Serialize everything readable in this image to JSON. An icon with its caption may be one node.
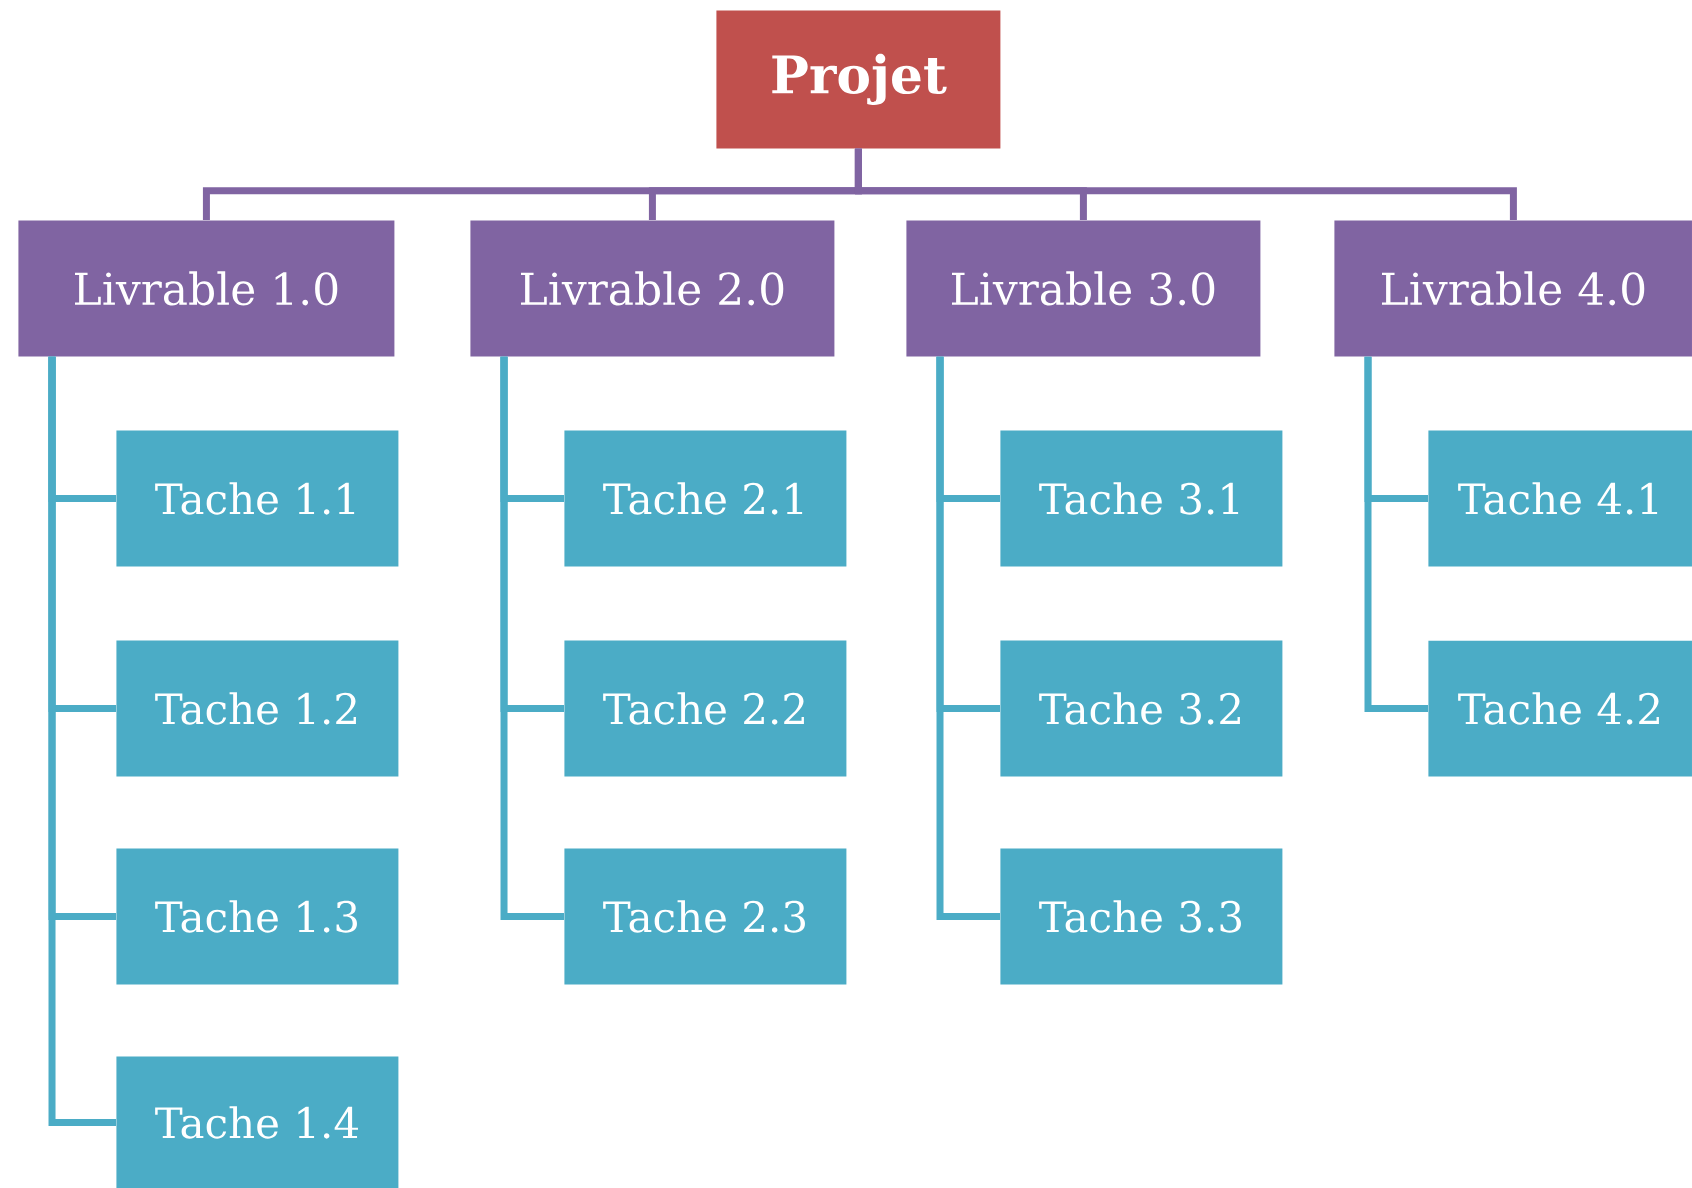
{
  "diagram": {
    "nodes": [
      {
        "text": [
          "Projet"
        ]
      },
      {
        "text": [
          "Livrable 1.0"
        ]
      },
      {
        "text": [
          "Tache 1.1"
        ]
      },
      {
        "text": [
          "Tache 1.2"
        ]
      },
      {
        "text": [
          "Tache 1.3"
        ]
      },
      {
        "text": [
          "Tache 1.4"
        ]
      },
      {
        "text": [
          "Livrable 2.0"
        ]
      },
      {
        "text": [
          "Tache 2.1"
        ]
      },
      {
        "text": [
          "Tache 2.2"
        ]
      },
      {
        "text": [
          "Tache 2.3"
        ]
      },
      {
        "text": [
          "Livrable 3.0"
        ]
      },
      {
        "text": [
          "Tache 3.1"
        ]
      },
      {
        "text": [
          "Tache 3.2"
        ]
      },
      {
        "text": [
          "Tache 3.3"
        ]
      },
      {
        "text": [
          "Livrable 4.0"
        ]
      },
      {
        "text": [
          "Tache 4.1"
        ]
      },
      {
        "text": [
          "Tache 4.2"
        ]
      }
    ],
    "edges": [
      {
        "from": 0,
        "to": 1,
        "arrow": "none",
        "color": "#8064a2"
      },
      {
        "from": 0,
        "to": 6,
        "arrow": "none",
        "color": "#8064a2"
      },
      {
        "from": 0,
        "to": 10,
        "arrow": "none",
        "color": "#8064a2"
      },
      {
        "from": 0,
        "to": 14,
        "arrow": "none",
        "color": "#8064a2"
      },
      {
        "from": 1,
        "to": 2,
        "arrow": "none"
      },
      {
        "from": 1,
        "to": 3,
        "arrow": "none"
      },
      {
        "from": 1,
        "to": 4,
        "arrow": "none"
      },
      {
        "from": 1,
        "to": 5,
        "arrow": "none"
      },
      {
        "from": 6,
        "to": 7,
        "arrow": "none"
      },
      {
        "from": 6,
        "to": 8,
        "arrow": "none"
      },
      {
        "from": 6,
        "to": 9,
        "arrow": "none"
      },
      {
        "from": 10,
        "to": 11,
        "arrow": "none"
      },
      {
        "from": 10,
        "to": 12,
        "arrow": "none"
      },
      {
        "from": 10,
        "to": 13,
        "arrow": "none"
      },
      {
        "from": 14,
        "to": 15,
        "arrow": "none"
      },
      {
        "from": 14,
        "to": 16,
        "arrow": "none"
      }
    ]
  }
}
